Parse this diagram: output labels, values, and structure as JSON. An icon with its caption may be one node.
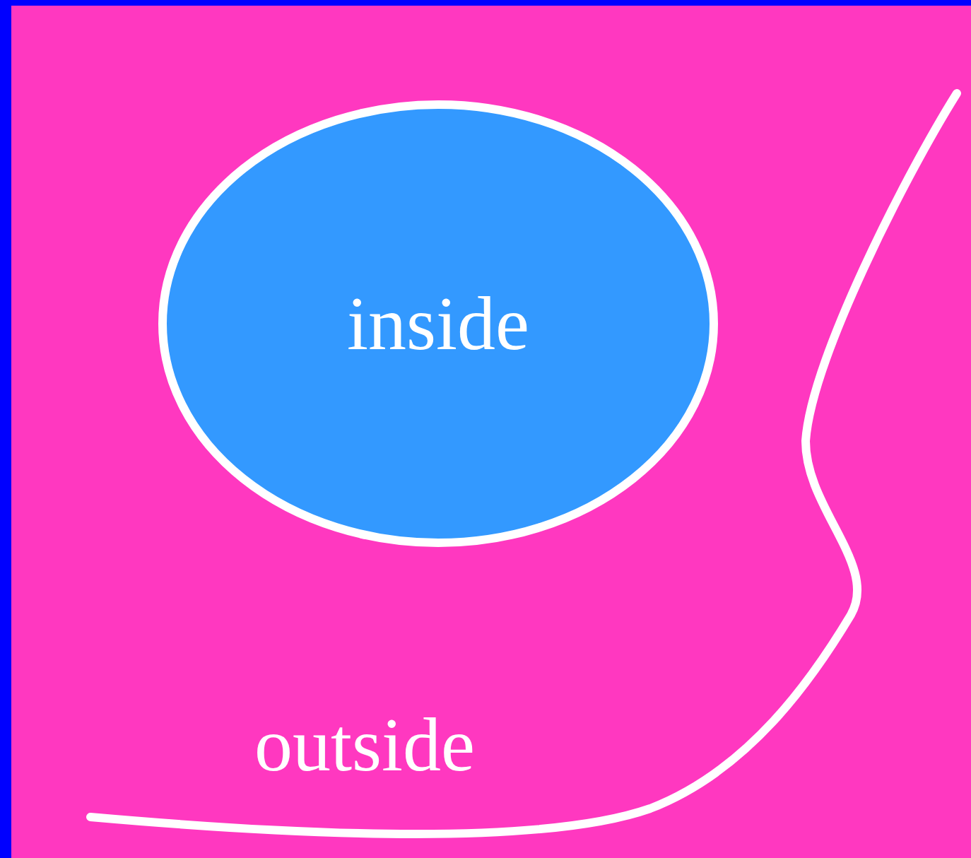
{
  "diagram": {
    "nodes": [
      {
        "text": [
          "outside"
        ]
      },
      {
        "text": [
          "inside"
        ],
        "in": 0
      }
    ]
  }
}
